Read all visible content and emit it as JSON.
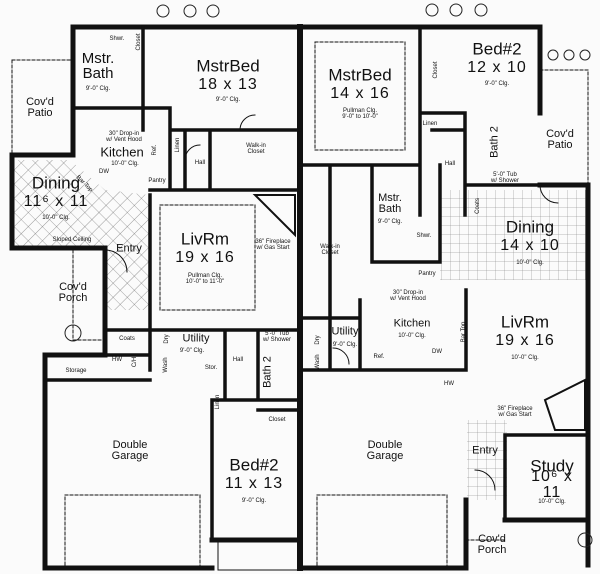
{
  "left_unit": {
    "mstr_bath": {
      "name": "Mstr.\nBath",
      "ceiling": "9'-0\" Clg."
    },
    "shower": "Shwr.",
    "closet_small": "Closet",
    "mstr_bed": {
      "name": "MstrBed",
      "dims": "18 x 13",
      "ceiling": "9'-0\" Clg."
    },
    "patio": "Cov'd\nPatio",
    "cooktop": "30\" Drop-in\nw/ Vent Hood",
    "kitchen": {
      "name": "Kitchen",
      "ceiling": "10'-0\" Clg."
    },
    "ref": "Ref.",
    "dw": "DW",
    "bar_top": "Bar Top",
    "pantry": "Pantry",
    "linen": "Linen",
    "hall": "Hall",
    "walk_in": "Walk-in\nCloset",
    "dining": {
      "name": "Dining",
      "dims": "11⁶ x 11",
      "ceiling": "10'-0\" Clg."
    },
    "sloped": "Sloped Ceiling",
    "entry": "Entry",
    "liv_rm": {
      "name": "LivRm",
      "dims": "19 x 16",
      "ceiling": "Pullman Clg.\n10'-0\" to 11'-0\""
    },
    "fireplace": "36\" Fireplace\nw/ Gas Start",
    "porch": "Cov'd\nPorch",
    "coats": "Coats",
    "hw": "HW",
    "ch": "C/H",
    "storage": "Storage",
    "utility": {
      "name": "Utility",
      "ceiling": "9'-0\" Clg."
    },
    "wash": "Wash",
    "dry": "Dry",
    "stor": "Stor.",
    "hall2": "Hall",
    "bath2": "Bath 2",
    "tub": "5'-0\" Tub\nw/ Shower",
    "linen2": "Linen",
    "closet": "Closet",
    "garage": "Double\nGarage",
    "bed2": {
      "name": "Bed#2",
      "dims": "11 x 13",
      "ceiling": "9'-0\" Clg."
    }
  },
  "right_unit": {
    "mstr_bed": {
      "name": "MstrBed",
      "dims": "14 x 16",
      "ceiling": "Pullman Clg.\n9'-0\" to 10'-0\""
    },
    "closet": "Closet",
    "bed2": {
      "name": "Bed#2",
      "dims": "12 x 10",
      "ceiling": "9'-0\" Clg."
    },
    "linen": "Linen",
    "hall": "Hall",
    "bath2": "Bath 2",
    "tub": "5'-0\" Tub\nw/ Shower",
    "patio": "Cov'd\nPatio",
    "coats": "Coats",
    "mstr_bath": {
      "name": "Mstr.\nBath",
      "ceiling": "9'-0\" Clg."
    },
    "shower": "Shwr.",
    "walk_in": "Walk-in\nCloset",
    "pantry": "Pantry",
    "dining": {
      "name": "Dining",
      "dims": "14 x 10",
      "ceiling": "10'-0\" Clg."
    },
    "cooktop": "30\" Drop-in\nw/ Vent Hood",
    "kitchen": {
      "name": "Kitchen",
      "ceiling": "10'-0\" Clg."
    },
    "utility": {
      "name": "Utility",
      "ceiling": "9'-0\" Clg."
    },
    "wash": "Wash",
    "dry": "Dry",
    "ref": "Ref.",
    "dw": "DW",
    "bar_top": "Bar Top",
    "hw": "HW",
    "liv_rm": {
      "name": "LivRm",
      "dims": "19 x 16",
      "ceiling": "10'-0\" Clg."
    },
    "fireplace": "36\" Fireplace\nw/ Gas Start",
    "garage": "Double\nGarage",
    "entry": "Entry",
    "study": {
      "name": "Study",
      "dims": "10⁶ x 11",
      "ceiling": "10'-0\" Clg."
    },
    "porch": "Cov'd\nPorch"
  }
}
